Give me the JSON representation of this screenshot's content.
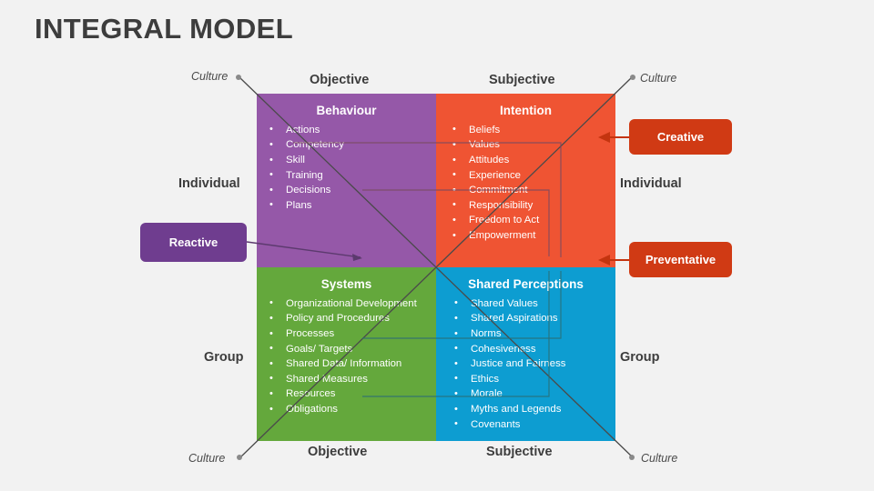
{
  "title": "INTEGRAL MODEL",
  "colors": {
    "background": "#f2f2f2",
    "behaviour": "#9558a8",
    "intention": "#ef5433",
    "systems": "#64a83c",
    "shared_perceptions": "#0d9dd1",
    "reactive_pill": "#6f3d8f",
    "creative_pill": "#d03a14",
    "preventative_pill": "#d03a14",
    "title_text": "#3d3d3d",
    "axis_text": "#3d3d3d",
    "culture_text": "#4a4a4a",
    "diagonal_line": "#4a4a4a"
  },
  "axes": {
    "objective_top": "Objective",
    "subjective_top": "Subjective",
    "objective_bottom": "Objective",
    "subjective_bottom": "Subjective",
    "individual_left": "Individual",
    "individual_right": "Individual",
    "group_left": "Group",
    "group_right": "Group"
  },
  "culture_labels": {
    "top_left": "Culture",
    "top_right": "Culture",
    "bottom_left": "Culture",
    "bottom_right": "Culture"
  },
  "quadrants": {
    "behaviour": {
      "title": "Behaviour",
      "items": [
        "Actions",
        "Competency",
        "Skill",
        "Training",
        "Decisions",
        "Plans"
      ]
    },
    "intention": {
      "title": "Intention",
      "items": [
        "Beliefs",
        "Values",
        "Attitudes",
        "Experience",
        "Commitment",
        "Responsibility",
        "Freedom to Act",
        "Empowerment"
      ]
    },
    "systems": {
      "title": "Systems",
      "items": [
        "Organizational Development",
        "Policy and Procedures",
        "Processes",
        "Goals/ Targets",
        "Shared Data/ Information",
        "Shared Measures",
        "Resources",
        "Obligations"
      ]
    },
    "shared_perceptions": {
      "title": "Shared Perceptions",
      "items": [
        "Shared Values",
        "Shared Aspirations",
        "Norms",
        "Cohesiveness",
        "Justice and Fairness",
        "Ethics",
        "Morale",
        "Myths and Legends",
        "Covenants"
      ]
    }
  },
  "callouts": {
    "reactive": "Reactive",
    "creative": "Creative",
    "preventative": "Preventative"
  }
}
